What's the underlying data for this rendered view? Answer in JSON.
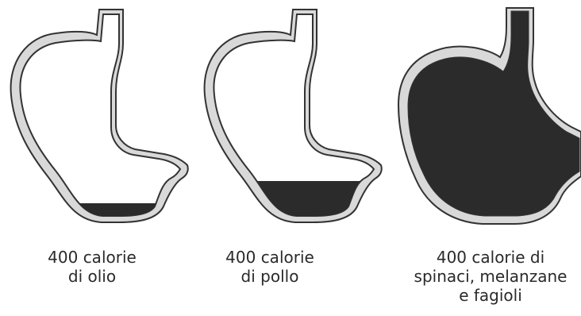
{
  "panels": [
    {
      "caption": "400 calorie\ndi olio",
      "fill_level": 0.08
    },
    {
      "caption": "400 calorie\ndi pollo",
      "fill_level": 0.22
    },
    {
      "caption": "400 calorie di\nspinaci, melanzane\ne fagioli",
      "fill_level": 1.0
    }
  ],
  "colors": {
    "wall_fill": "#d9d9d9",
    "wall_stroke": "#333333",
    "contents": "#2b2b2b",
    "caption_text": "#2a2a2a"
  }
}
